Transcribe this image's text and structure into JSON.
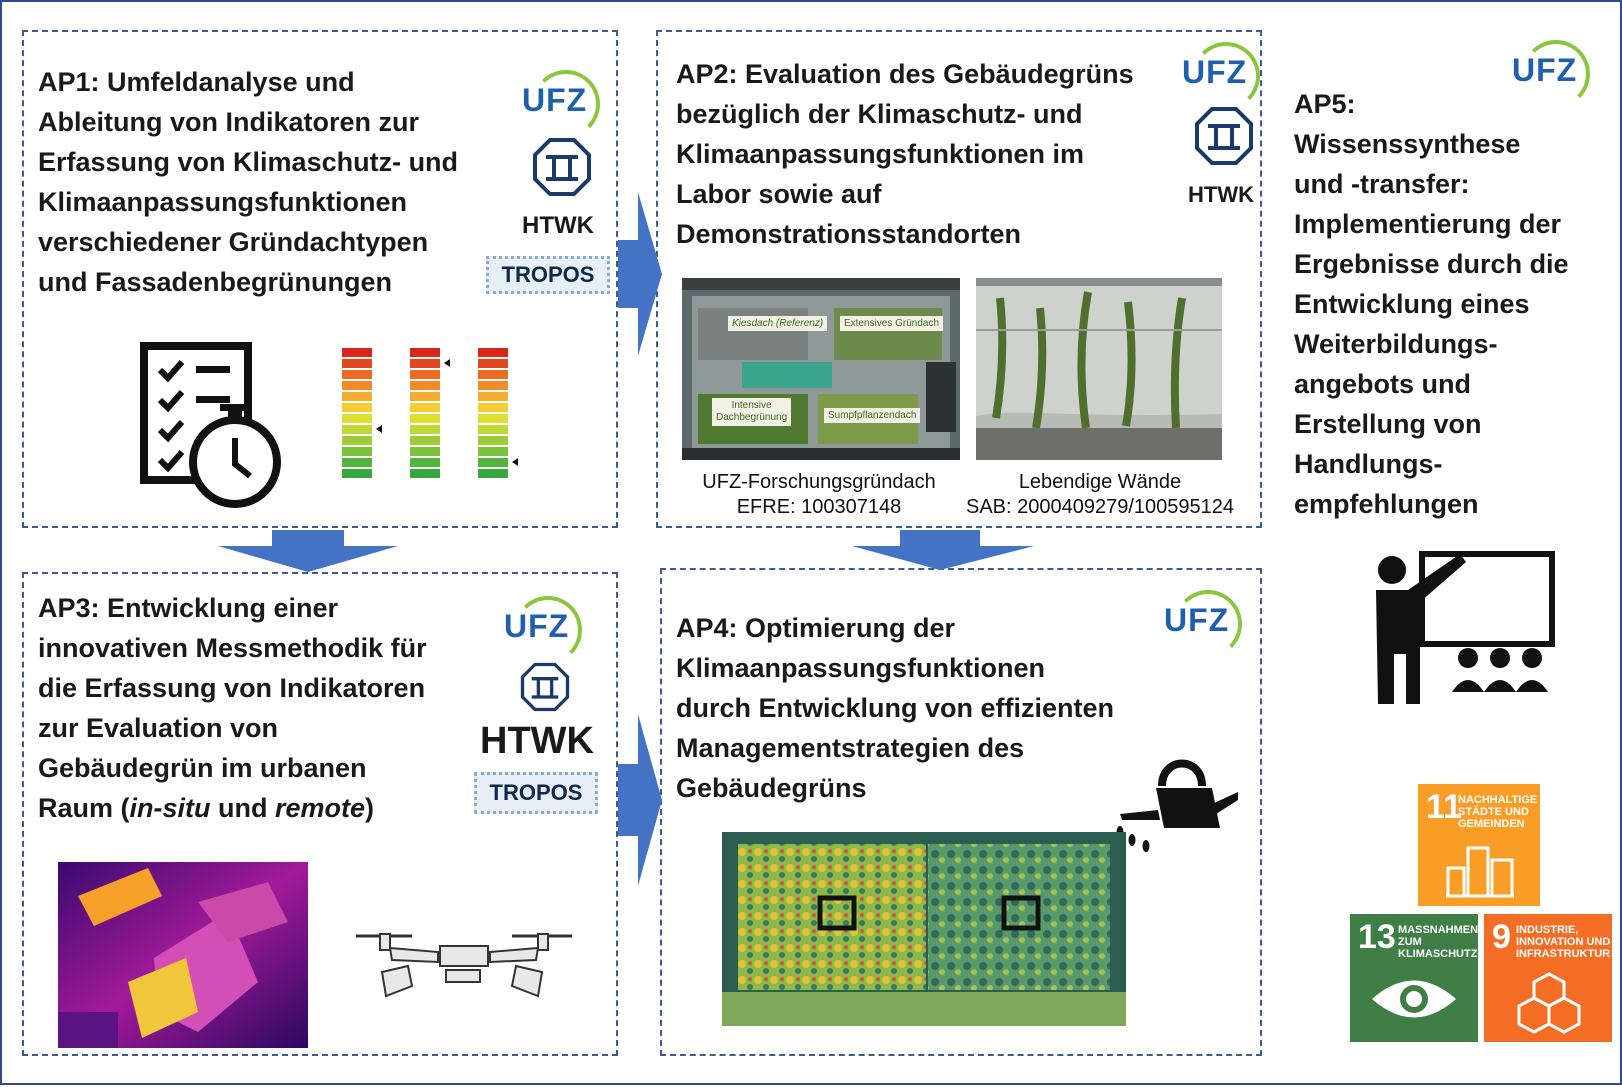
{
  "ap1": {
    "title": [
      "AP1: Umfeldanalyse und",
      "Ableitung von Indikatoren zur",
      "Erfassung von Klimaschutz- und",
      "Klimaanpassungsfunktionen",
      "verschiedener Gründachtypen",
      "und Fassadenbegrünungen"
    ],
    "logos": {
      "ufz": "UFZ",
      "htwk": "HTWK",
      "tropos": "TROPOS"
    }
  },
  "ap2": {
    "title": [
      "AP2: Evaluation des Gebäudegrüns",
      "bezüglich der Klimaschutz- und",
      "Klimaanpassungsfunktionen im",
      "Labor sowie auf",
      "Demonstrationsstandorten"
    ],
    "logos": {
      "ufz": "UFZ",
      "htwk": "HTWK"
    },
    "roof_labels": {
      "kiesdach": "Kiesdach (Referenz)",
      "extensiv": "Extensives Gründach",
      "intensiv_1": "Intensive",
      "intensiv_2": "Dachbegrünung",
      "sumpf": "Sumpfpflanzendach"
    },
    "caption_left": [
      "UFZ-Forschungsgründach",
      "EFRE: 100307148"
    ],
    "caption_right": [
      "Lebendige Wände",
      "SAB: 2000409279/100595124"
    ]
  },
  "ap3": {
    "title_1": "AP3:  Entwicklung einer",
    "title_2": "innovativen Messmethodik für",
    "title_3": "die Erfassung von Indikatoren",
    "title_4": "zur Evaluation von",
    "title_5": "Gebäudegrün im urbanen",
    "title_6a": "Raum (",
    "title_6b": "in-situ",
    "title_6c": " und ",
    "title_6d": "remote",
    "title_6e": ")",
    "logos": {
      "ufz": "UFZ",
      "htwk": "HTWK",
      "tropos": "TROPOS"
    }
  },
  "ap4": {
    "title": [
      "AP4: Optimierung der",
      "Klimaanpassungsfunktionen",
      "durch Entwicklung von effizienten",
      "Managementstrategien des",
      "Gebäudegrüns"
    ],
    "logos": {
      "ufz": "UFZ"
    }
  },
  "ap5": {
    "title": [
      "AP5:",
      "Wissenssynthese",
      "und -transfer:",
      "Implementierung der",
      "Ergebnisse durch die",
      "Entwicklung eines",
      "Weiterbildungs-",
      "angebots und",
      "Erstellung von",
      "Handlungs-",
      "empfehlungen"
    ],
    "logos": {
      "ufz": "UFZ"
    }
  },
  "sdgs": [
    {
      "num": "11",
      "text": [
        "NACHHALTIGE",
        "STÄDTE UND",
        "GEMEINDEN"
      ],
      "color": "#f99d26"
    },
    {
      "num": "13",
      "text": [
        "MASSNAHMEN ZUM",
        "KLIMASCHUTZ"
      ],
      "color": "#3f7e44"
    },
    {
      "num": "9",
      "text": [
        "INDUSTRIE,",
        "INNOVATION UND",
        "INFRASTRUKTUR"
      ],
      "color": "#f36d25"
    }
  ],
  "colors": {
    "arrow": "#4472c4",
    "border": "#3a5a9c",
    "ufz_blue": "#1f5fb0",
    "ufz_green": "#8cc63f"
  }
}
